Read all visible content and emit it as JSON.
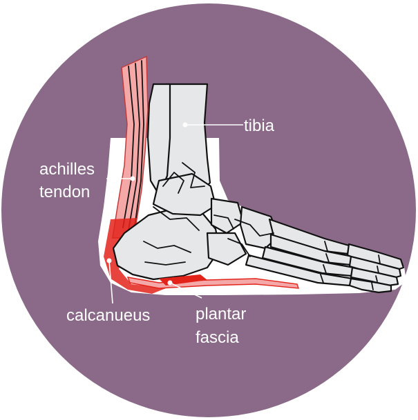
{
  "colors": {
    "background_circle": "#8a6a88",
    "skin": "#ffffff",
    "bone": "#e6e7e8",
    "inflammation": "#e2231a",
    "tendon_pink": "#f4a9a8",
    "label": "#ffffff"
  },
  "labels": {
    "tibia": "tibia",
    "achilles_line1": "achilles",
    "achilles_line2": "tendon",
    "calcaneus": "calcanueus",
    "plantar_line1": "plantar",
    "plantar_line2": "fascia"
  }
}
